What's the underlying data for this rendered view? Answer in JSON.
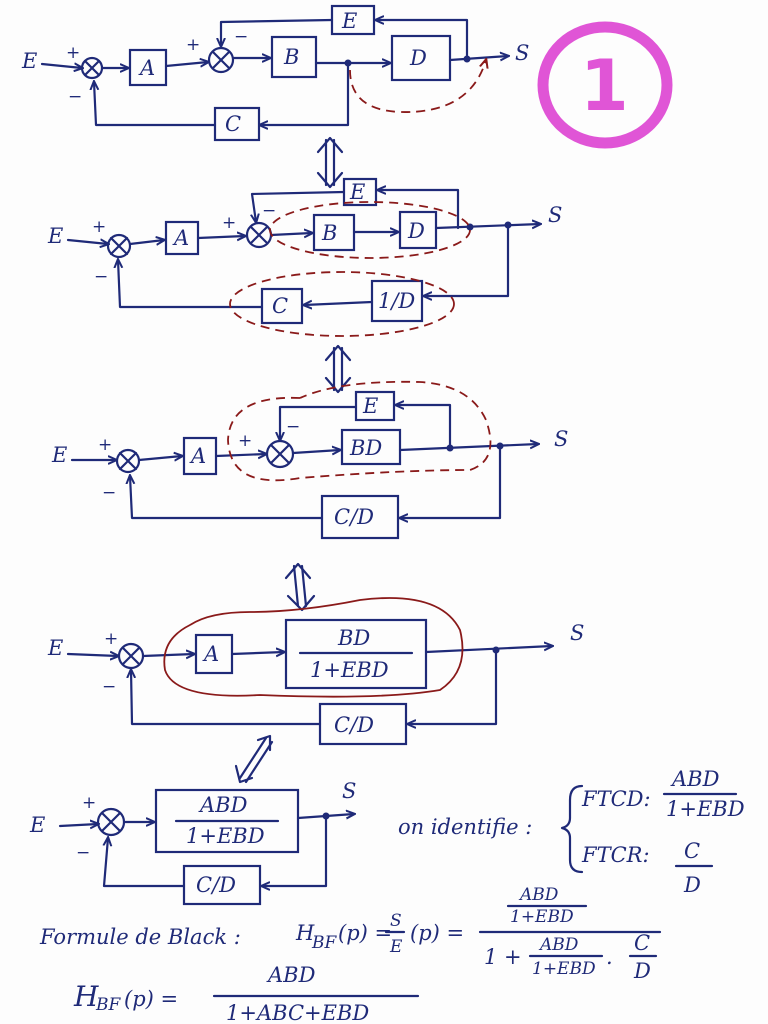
{
  "page_number": "1",
  "block_labels": {
    "A": "A",
    "B": "B",
    "C": "C",
    "D": "D",
    "E": "E",
    "inv_D": "1/D",
    "BD": "BD",
    "C_over_D": "C/D",
    "closed_num": "BD",
    "closed_den": "1+EBD",
    "final_num": "ABD",
    "final_den": "1+EBD"
  },
  "signals": {
    "input": "E",
    "output": "S",
    "plus": "+",
    "minus": "−"
  },
  "identification": {
    "intro": "on identifie :",
    "ftcd_label": "FTCD:",
    "ftcd_num": "ABD",
    "ftcd_den": "1+EBD",
    "ftcr_label": "FTCR:",
    "ftcr_num": "C",
    "ftcr_den": "D"
  },
  "black_formula": {
    "label": "Formule de Black :",
    "lhs": "H",
    "sub": "BF",
    "lhs_arg": "(p) =",
    "ratio_num": "S",
    "ratio_den": "E",
    "ratio_arg": "(p) =",
    "big_num": "ABD",
    "big_num_den": "1+EBD",
    "den_prefix": "1 +",
    "den_frac_num": "ABD",
    "den_frac_den": "1+EBD",
    "den_dot": ".",
    "den_c": "C",
    "den_d": "D"
  },
  "result": {
    "lhs": "H",
    "sub": "BF",
    "arg": "(p) =",
    "num": "ABD",
    "den": "1+ABC+EBD"
  }
}
